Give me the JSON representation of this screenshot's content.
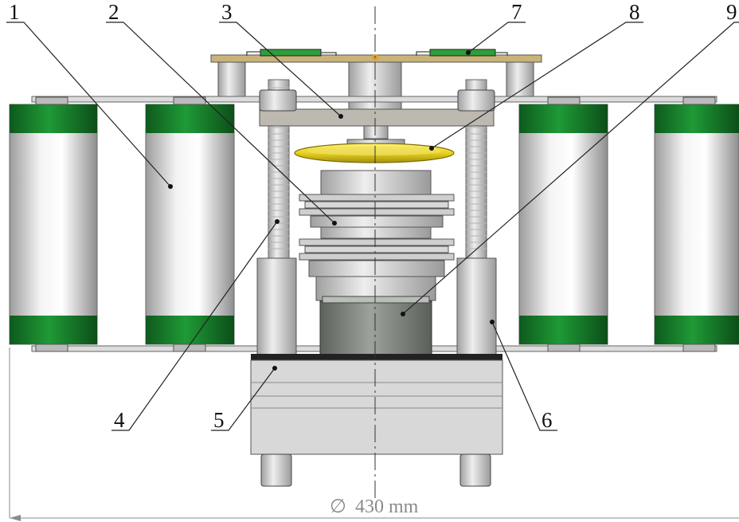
{
  "callouts": [
    {
      "id": "1",
      "label": "1"
    },
    {
      "id": "2",
      "label": "2"
    },
    {
      "id": "3",
      "label": "3"
    },
    {
      "id": "4",
      "label": "4"
    },
    {
      "id": "5",
      "label": "5"
    },
    {
      "id": "6",
      "label": "6"
    },
    {
      "id": "7",
      "label": "7"
    },
    {
      "id": "8",
      "label": "8"
    },
    {
      "id": "9",
      "label": "9"
    }
  ],
  "dimension": {
    "symbol": "∅",
    "value": "430 mm"
  },
  "colors": {
    "capacitor_band": "#1b7f2e",
    "circuit_board": "#2e9e3a",
    "toroid": "#e8d21a",
    "plate": "#bdb8b0",
    "metal": "#d6d6d6"
  }
}
